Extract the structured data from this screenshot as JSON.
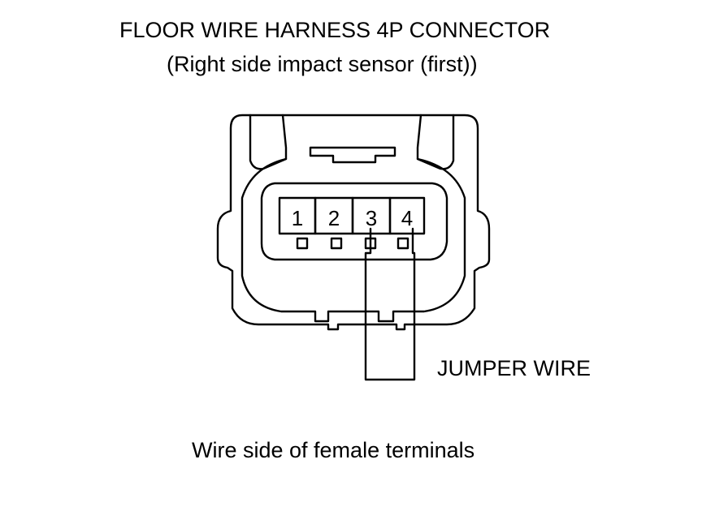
{
  "title": "FLOOR WIRE HARNESS 4P CONNECTOR",
  "subtitle": "(Right side impact sensor (first))",
  "jumper_label": "JUMPER WIRE",
  "caption": "Wire side of female terminals",
  "pins": [
    "1",
    "2",
    "3",
    "4"
  ],
  "jumper_between_pins": [
    "3",
    "4"
  ]
}
